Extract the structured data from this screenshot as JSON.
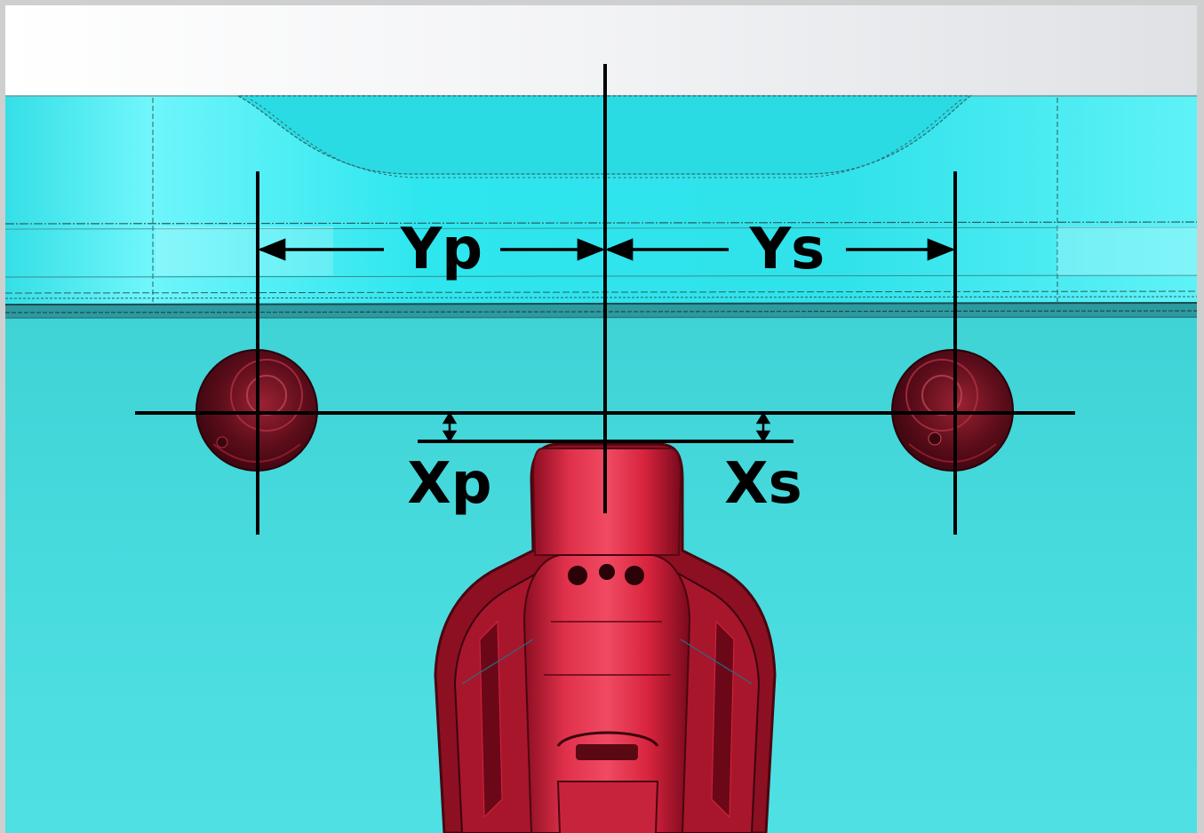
{
  "labels": {
    "yp": "Yp",
    "ys": "Ys",
    "xp": "Xp",
    "xs": "Xs"
  },
  "colors": {
    "background_top": "#ffffff",
    "transom_cyan": "#2ee8ee",
    "hull_cyan": "#45d9dc",
    "hull_seam": "#1e6c70",
    "thruster_dark_red": "#5a0c18",
    "jet_red": "#d8243e",
    "jet_dark": "#7a0a1c",
    "dimension_lines": "#000000"
  },
  "components": {
    "port_thruster": "port-thruster",
    "starboard_thruster": "starboard-thruster",
    "jet_unit": "center-jet-unit"
  }
}
